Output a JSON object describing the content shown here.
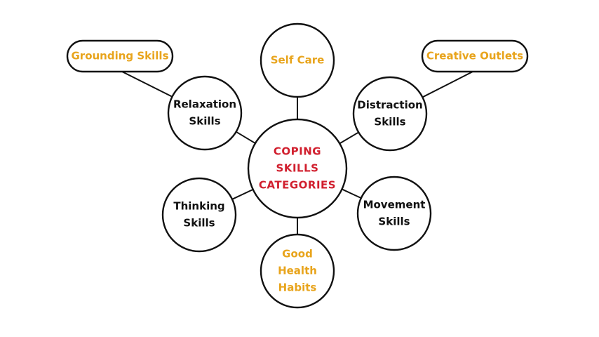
{
  "colors": {
    "center_text": "#d11f2e",
    "highlight_text": "#e8a41c",
    "default_text": "#111111",
    "stroke": "#111111",
    "background": "#ffffff"
  },
  "center": {
    "lines": [
      "COPING",
      "SKILLS",
      "CATEGORIES"
    ]
  },
  "categories": [
    {
      "id": "self-care",
      "lines": [
        "Self Care"
      ],
      "highlight": true
    },
    {
      "id": "distraction-skills",
      "lines": [
        "Distraction",
        "Skills"
      ],
      "highlight": false
    },
    {
      "id": "movement-skills",
      "lines": [
        "Movement",
        "Skills"
      ],
      "highlight": false
    },
    {
      "id": "good-health-habits",
      "lines": [
        "Good",
        "Health",
        "Habits"
      ],
      "highlight": true
    },
    {
      "id": "thinking-skills",
      "lines": [
        "Thinking",
        "Skills"
      ],
      "highlight": false
    },
    {
      "id": "relaxation-skills",
      "lines": [
        "Relaxation",
        "Skills"
      ],
      "highlight": false
    }
  ],
  "subcategories": [
    {
      "id": "grounding-skills",
      "text": "Grounding Skills",
      "parent": "relaxation-skills",
      "highlight": true
    },
    {
      "id": "creative-outlets",
      "text": "Creative Outlets",
      "parent": "distraction-skills",
      "highlight": true
    }
  ]
}
